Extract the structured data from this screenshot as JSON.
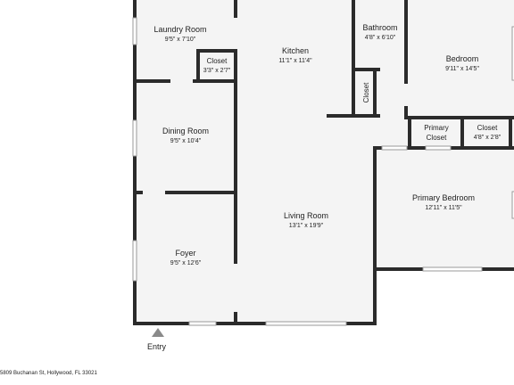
{
  "colors": {
    "wall": "#2b2b2b",
    "floor": "#f4f4f4",
    "window": "#cfcfcf"
  },
  "rooms": {
    "laundry": {
      "name": "Laundry Room",
      "dims": "9'5\" x 7'10\""
    },
    "closet_small": {
      "name": "Closet",
      "dims": "3'3\" x 2'7\""
    },
    "kitchen": {
      "name": "Kitchen",
      "dims": "11'1\" x 11'4\""
    },
    "bathroom": {
      "name": "Bathroom",
      "dims": "4'8\" x 6'10\""
    },
    "bedroom": {
      "name": "Bedroom",
      "dims": "9'11\" x 14'5\""
    },
    "closet_vertical": {
      "name": "Closet"
    },
    "primary_closet": {
      "name_line1": "Primary",
      "name_line2": "Closet"
    },
    "closet_right": {
      "name": "Closet",
      "dims": "4'8\" x 2'8\""
    },
    "dining": {
      "name": "Dining Room",
      "dims": "9'5\" x 10'4\""
    },
    "primary_bedroom": {
      "name": "Primary Bedroom",
      "dims": "12'11\" x 11'5\""
    },
    "living": {
      "name": "Living Room",
      "dims": "13'1\" x 19'9\""
    },
    "foyer": {
      "name": "Foyer",
      "dims": "9'5\" x 12'6\""
    }
  },
  "entry_label": "Entry",
  "address": "5809 Buchanan St, Hollywood, FL 33021",
  "icons": {
    "entry": "entry-arrow-icon"
  }
}
